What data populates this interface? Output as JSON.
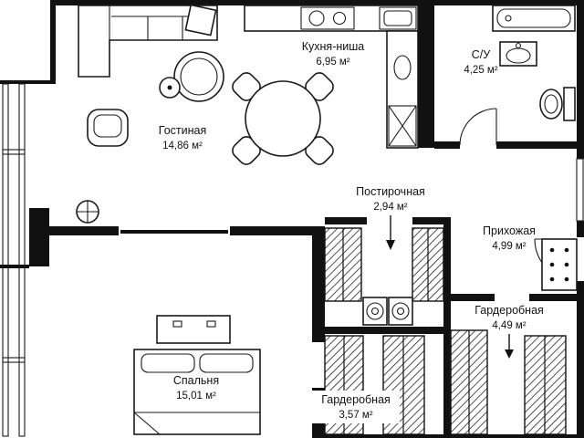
{
  "colors": {
    "background": "#ffffff",
    "walls": "#111111",
    "lines": "#1a1a1a"
  },
  "plan": {
    "type": "apartment-floor-plan",
    "rooms": [
      {
        "id": "living-room",
        "name": "Гостиная",
        "area": "14,86 м²"
      },
      {
        "id": "kitchen-niche",
        "name": "Кухня-ниша",
        "area": "6,95 м²"
      },
      {
        "id": "bathroom",
        "name": "С/У",
        "area": "4,25 м²"
      },
      {
        "id": "laundry",
        "name": "Постирочная",
        "area": "2,94 м²"
      },
      {
        "id": "hallway",
        "name": "Прихожая",
        "area": "4,99 м²"
      },
      {
        "id": "wardrobe-1",
        "name": "Гардеробная",
        "area": "4,49 м²"
      },
      {
        "id": "wardrobe-2",
        "name": "Гардеробная",
        "area": "3,57 м²"
      },
      {
        "id": "bedroom",
        "name": "Спальня",
        "area": "15,01 м²"
      }
    ]
  }
}
